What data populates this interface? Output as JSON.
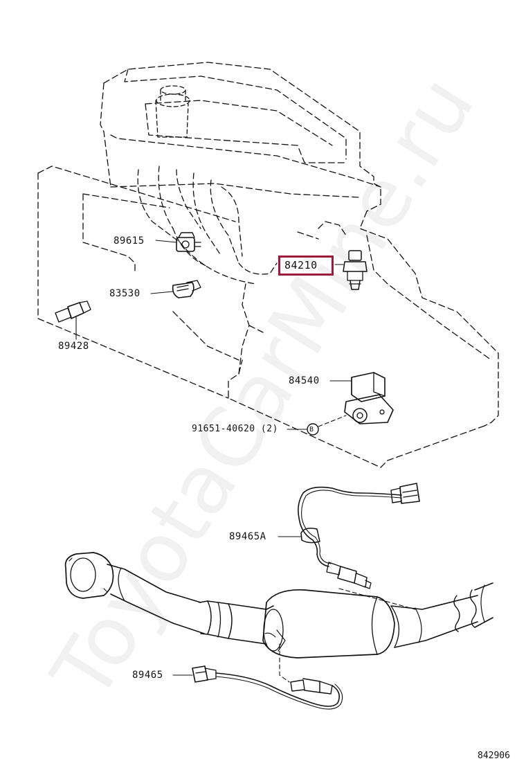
{
  "parts": {
    "p89615": "89615",
    "p83530": "83530",
    "p89428": "89428",
    "p84210": "84210",
    "p84540": "84540",
    "p91651": "91651-40620 (2)",
    "p89465A": "89465A",
    "p89465": "89465",
    "bolt_mark": "B"
  },
  "watermark": "ToyotaCarMine.ru",
  "diagram_ref": "842906",
  "highlight_color": "#9c1a3a"
}
